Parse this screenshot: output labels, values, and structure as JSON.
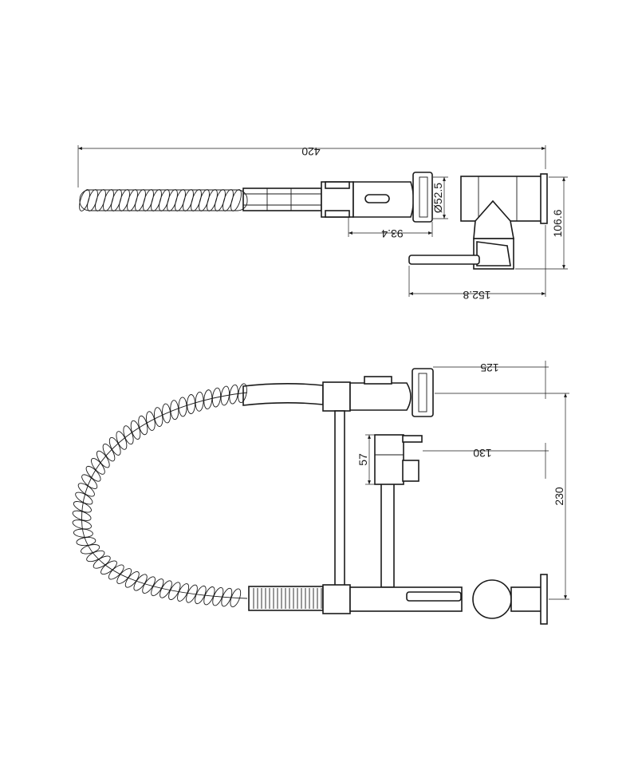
{
  "top_view": {
    "dim_overall_length": "420",
    "dim_spout_head": "93.4",
    "dim_diameter": "Ø52.5",
    "dim_height": "106.6",
    "dim_base_width": "152.8"
  },
  "side_view": {
    "dim_reach": "125",
    "dim_holder_reach": "130",
    "dim_holder_height": "57",
    "dim_total_height": "230"
  }
}
